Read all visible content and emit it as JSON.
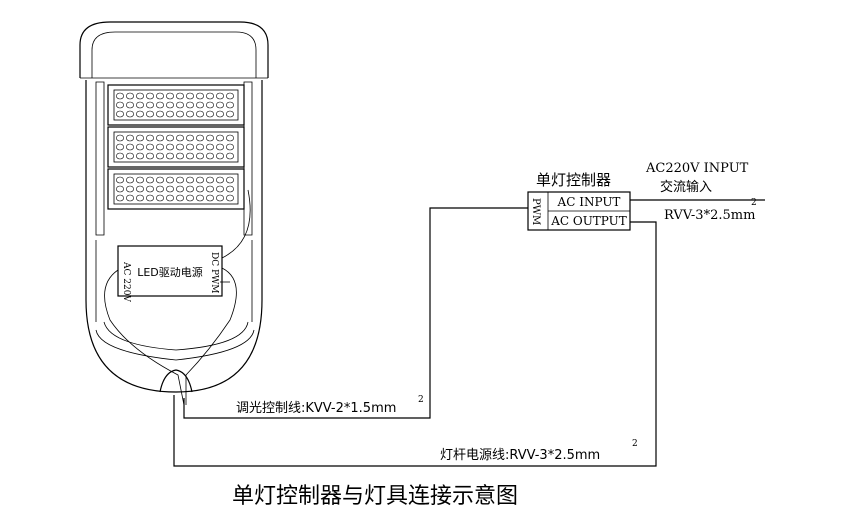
{
  "controller": {
    "title": "单灯控制器",
    "port_in": "AC INPUT",
    "port_out": "AC OUTPUT",
    "side_label": "PWM"
  },
  "ac_input": {
    "line1": "AC220V INPUT",
    "line2": "交流输入",
    "cable": "RVV-3*2.5mm",
    "sup": "2"
  },
  "driver": {
    "name": "LED驱动电源",
    "left": "AC 220V",
    "right": "DC PWM"
  },
  "dimming_cable": {
    "text": "调光控制线:KVV-2*1.5mm",
    "sup": "2"
  },
  "pole_cable": {
    "text": "灯杆电源线:RVV-3*2.5mm",
    "sup": "2"
  },
  "caption": "单灯控制器与灯具连接示意图"
}
